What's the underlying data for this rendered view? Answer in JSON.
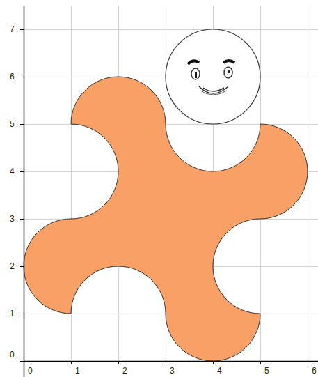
{
  "diagram": {
    "labels": [
      "0",
      "1",
      "2",
      "3",
      "4",
      "5",
      "6",
      "0",
      "1",
      "2",
      "3",
      "4",
      "5",
      "6",
      "7"
    ]
  }
}
